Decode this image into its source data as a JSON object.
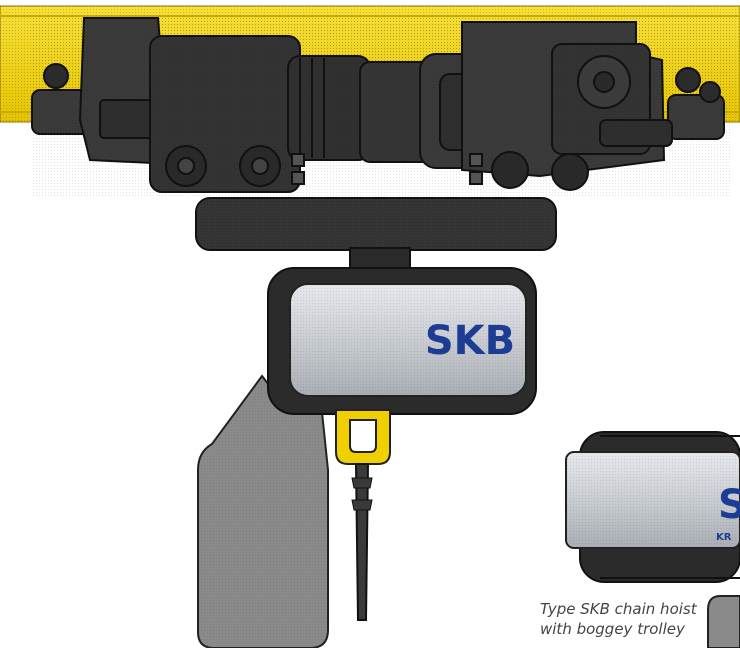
{
  "caption": {
    "line1": "Type SKB chain hoist",
    "line2": "with boggey trolley"
  },
  "branding": {
    "main_logo": "SKB",
    "secondary_logo_partial": "S",
    "secondary_logo_sub_partial": "KR"
  },
  "colors": {
    "rail_yellow": "#f5d800",
    "machinery_dark": "#3a3a3a",
    "housing_silver": "#c9cdd2",
    "logo_blue": "#1c3d93",
    "hook_yellow": "#f0d000",
    "bracket_gray": "#8a8a8a"
  }
}
